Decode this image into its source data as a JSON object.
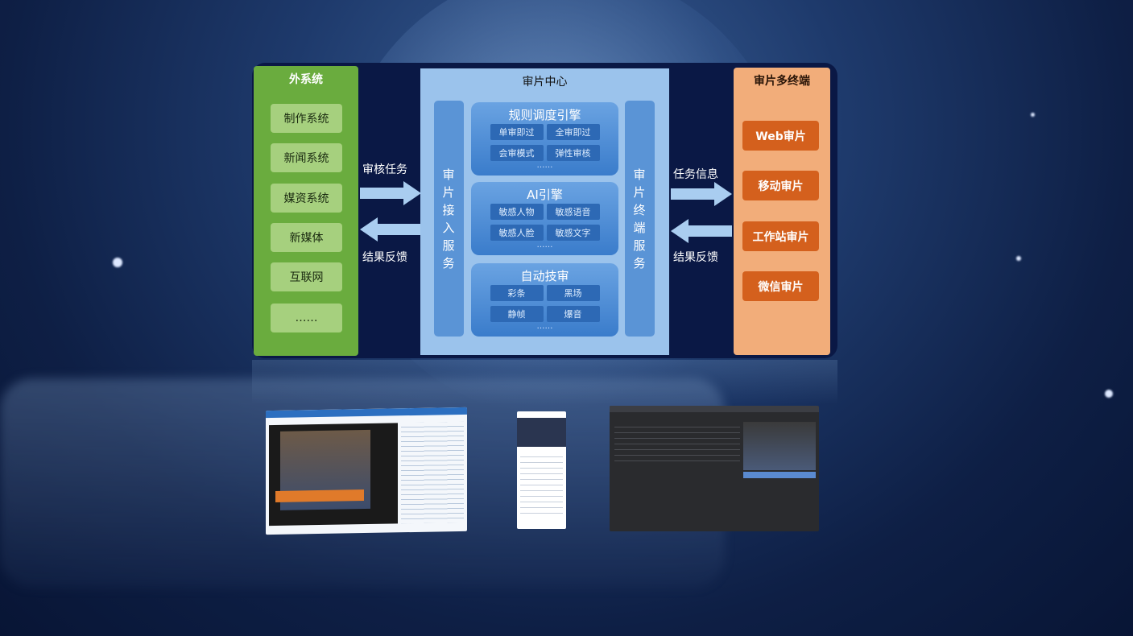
{
  "external": {
    "title": "外系统",
    "items": [
      "制作系统",
      "新闻系统",
      "媒资系统",
      "新媒体",
      "互联网",
      "……"
    ]
  },
  "center": {
    "title": "审片中心",
    "left_service": "审片接入服务",
    "right_service": "审片终端服务",
    "modules": [
      {
        "title": "规则调度引擎",
        "items": [
          "单审即过",
          "全审即过",
          "会审模式",
          "弹性审核"
        ],
        "more": "……"
      },
      {
        "title": "AI引擎",
        "items": [
          "敏感人物",
          "敏感语音",
          "敏感人脸",
          "敏感文字"
        ],
        "more": "……"
      },
      {
        "title": "自动技审",
        "items": [
          "彩条",
          "黑场",
          "静帧",
          "爆音"
        ],
        "more": "……"
      }
    ]
  },
  "terminals": {
    "title": "审片多终端",
    "items": [
      "Web审片",
      "移动审片",
      "工作站审片",
      "微信审片"
    ]
  },
  "flows": {
    "left_in": "审核任务",
    "left_out": "结果反馈",
    "right_in": "任务信息",
    "right_out": "结果反馈"
  },
  "colors": {
    "green": "#6aac3e",
    "center": "#9bc3ec",
    "orange": "#f2ad7a",
    "orange_btn": "#d4601d",
    "arrow": "#a9cdf0"
  }
}
